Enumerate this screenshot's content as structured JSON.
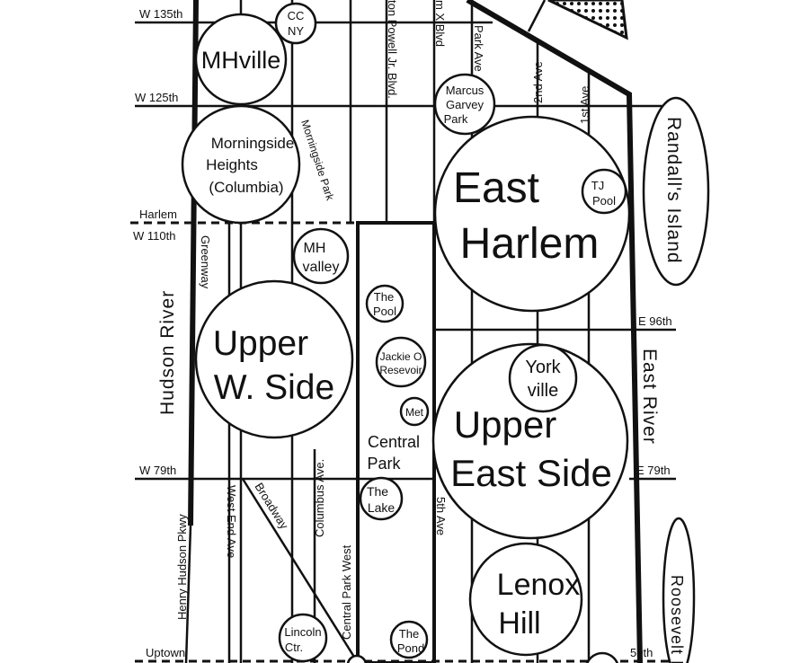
{
  "colors": {
    "ink": "#111111",
    "paper": "#ffffff"
  },
  "streets": {
    "w135": "W 135th",
    "w125": "W 125th",
    "harlem": "Harlem",
    "w110": "W 110th",
    "e96": "E 96th",
    "w79": "W 79th",
    "e79": "E 79th",
    "uptown": "Uptown",
    "e59": "59th"
  },
  "avenues": {
    "powell": "ton Powell Jr. Blvd.",
    "malcolm": "m X Blvd",
    "park": "Park Ave",
    "second": "2nd Ave",
    "first": "1st Ave",
    "morningside_park": "Morningside Park",
    "greenway": "Greenway",
    "henry_hudson": "Henry Hudson Pkwy",
    "west_end": "West End Ave",
    "broadway": "Broadway",
    "columbus": "Columbus Ave.",
    "cpw": "Central Park West",
    "fifth": "5th Ave"
  },
  "water": {
    "hudson": "Hudson River",
    "east": "East River",
    "randalls": "Randall's Island",
    "roosevelt": "Roosevelt Is"
  },
  "places": {
    "ccny": [
      "CC",
      "NY"
    ],
    "mhville": "MHville",
    "morningside": [
      "Morningside",
      "Heights",
      "(Columbia)"
    ],
    "mhvalley": [
      "MH",
      "valley"
    ],
    "uws": [
      "Upper",
      "W. Side"
    ],
    "pool": [
      "The",
      "Pool"
    ],
    "jackie": [
      "Jackie O",
      "Resevoir"
    ],
    "met": "Met",
    "central_park": [
      "Central",
      "Park"
    ],
    "lake": [
      "The",
      "Lake"
    ],
    "lincoln": [
      "Lincoln",
      "Ctr."
    ],
    "pond": [
      "The",
      "Pond"
    ],
    "marcus": [
      "Marcus",
      "Garvey",
      "Park"
    ],
    "east_harlem": [
      "East",
      "Harlem"
    ],
    "tj": [
      "TJ",
      "Pool"
    ],
    "yorkville": [
      "York",
      "ville"
    ],
    "ues": [
      "Upper",
      "East Side"
    ],
    "lenox": [
      "Lenox",
      "Hill"
    ]
  }
}
